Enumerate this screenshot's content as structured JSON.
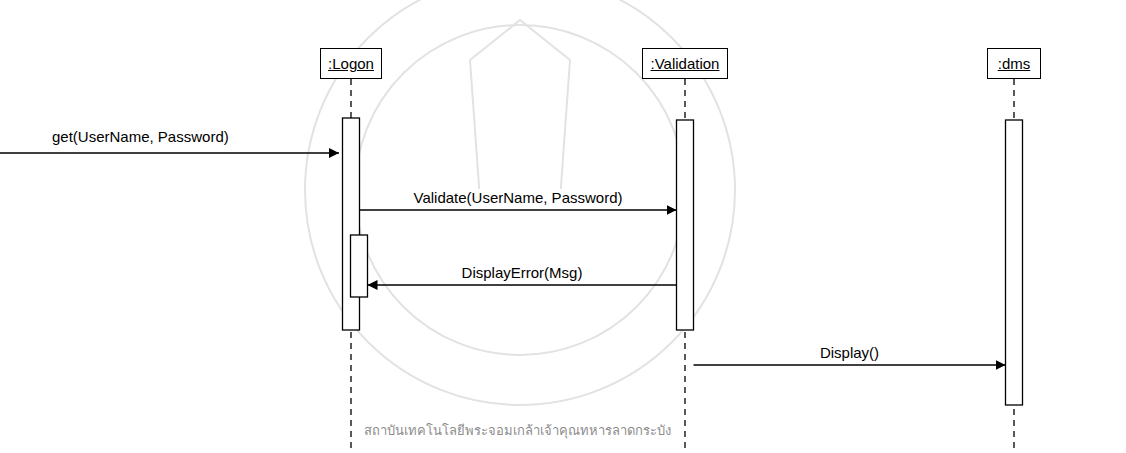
{
  "diagram": {
    "nodes": [
      {
        "text": [
          ":Logon"
        ]
      },
      {
        "text": [
          ":Validation"
        ]
      },
      {
        "text": [
          ":dms"
        ]
      }
    ],
    "edges": [
      {
        "from": 0,
        "to": 1,
        "label": "Validate(UserName, Password)",
        "arrow": "to"
      },
      {
        "from": 1,
        "to": 0,
        "label": "DisplayError(Msg)",
        "arrow": "to"
      },
      {
        "from": 1,
        "to": 2,
        "label": "Display()",
        "arrow": "to"
      }
    ],
    "labels": [
      "get(UserName, Password)",
      "สถาบันเทคโนโลยีพระจอมเกล้าเจ้าคุณทหารลาดกระบัง"
    ]
  }
}
